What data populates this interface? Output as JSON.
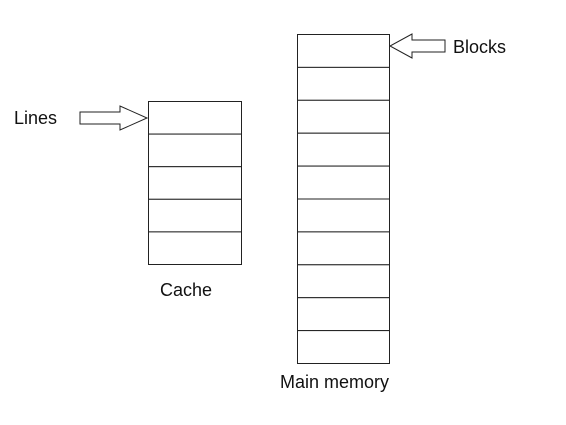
{
  "diagram": {
    "cache": {
      "label": "Cache",
      "line_count": 5,
      "pointer_label": "Lines"
    },
    "main_memory": {
      "label": "Main memory",
      "block_count": 10,
      "pointer_label": "Blocks"
    }
  },
  "colors": {
    "stroke": "#222222",
    "fill": "#ffffff",
    "text": "#111111"
  }
}
